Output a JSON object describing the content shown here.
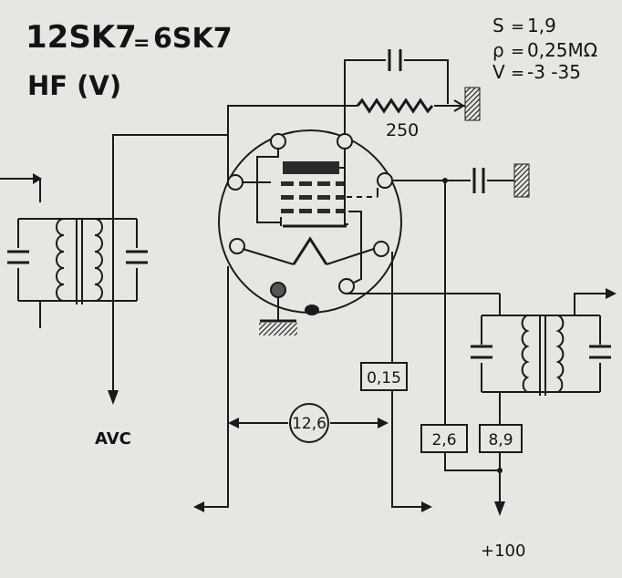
{
  "title": {
    "tube": "12SK7",
    "eq": "=",
    "equiv": "6SK7",
    "func": "HF (V)"
  },
  "specs": [
    {
      "sym": "S",
      "eq": "=",
      "val": "1,9"
    },
    {
      "sym": "ρ",
      "eq": "=",
      "val": "0,25MΩ"
    },
    {
      "sym": "V",
      "eq": "=",
      "val": "-3 -35"
    }
  ],
  "labels": {
    "resistor": "250",
    "box1": "0,15",
    "box2": "2,6",
    "box3": "8,9",
    "heater": "12,6",
    "avc": "AVC",
    "supply": "+100"
  },
  "icons": [
    "input-arrow-icon",
    "output-arrow-icon",
    "ground-icon",
    "capacitor-icon",
    "inductor-icon",
    "resistor-icon"
  ]
}
